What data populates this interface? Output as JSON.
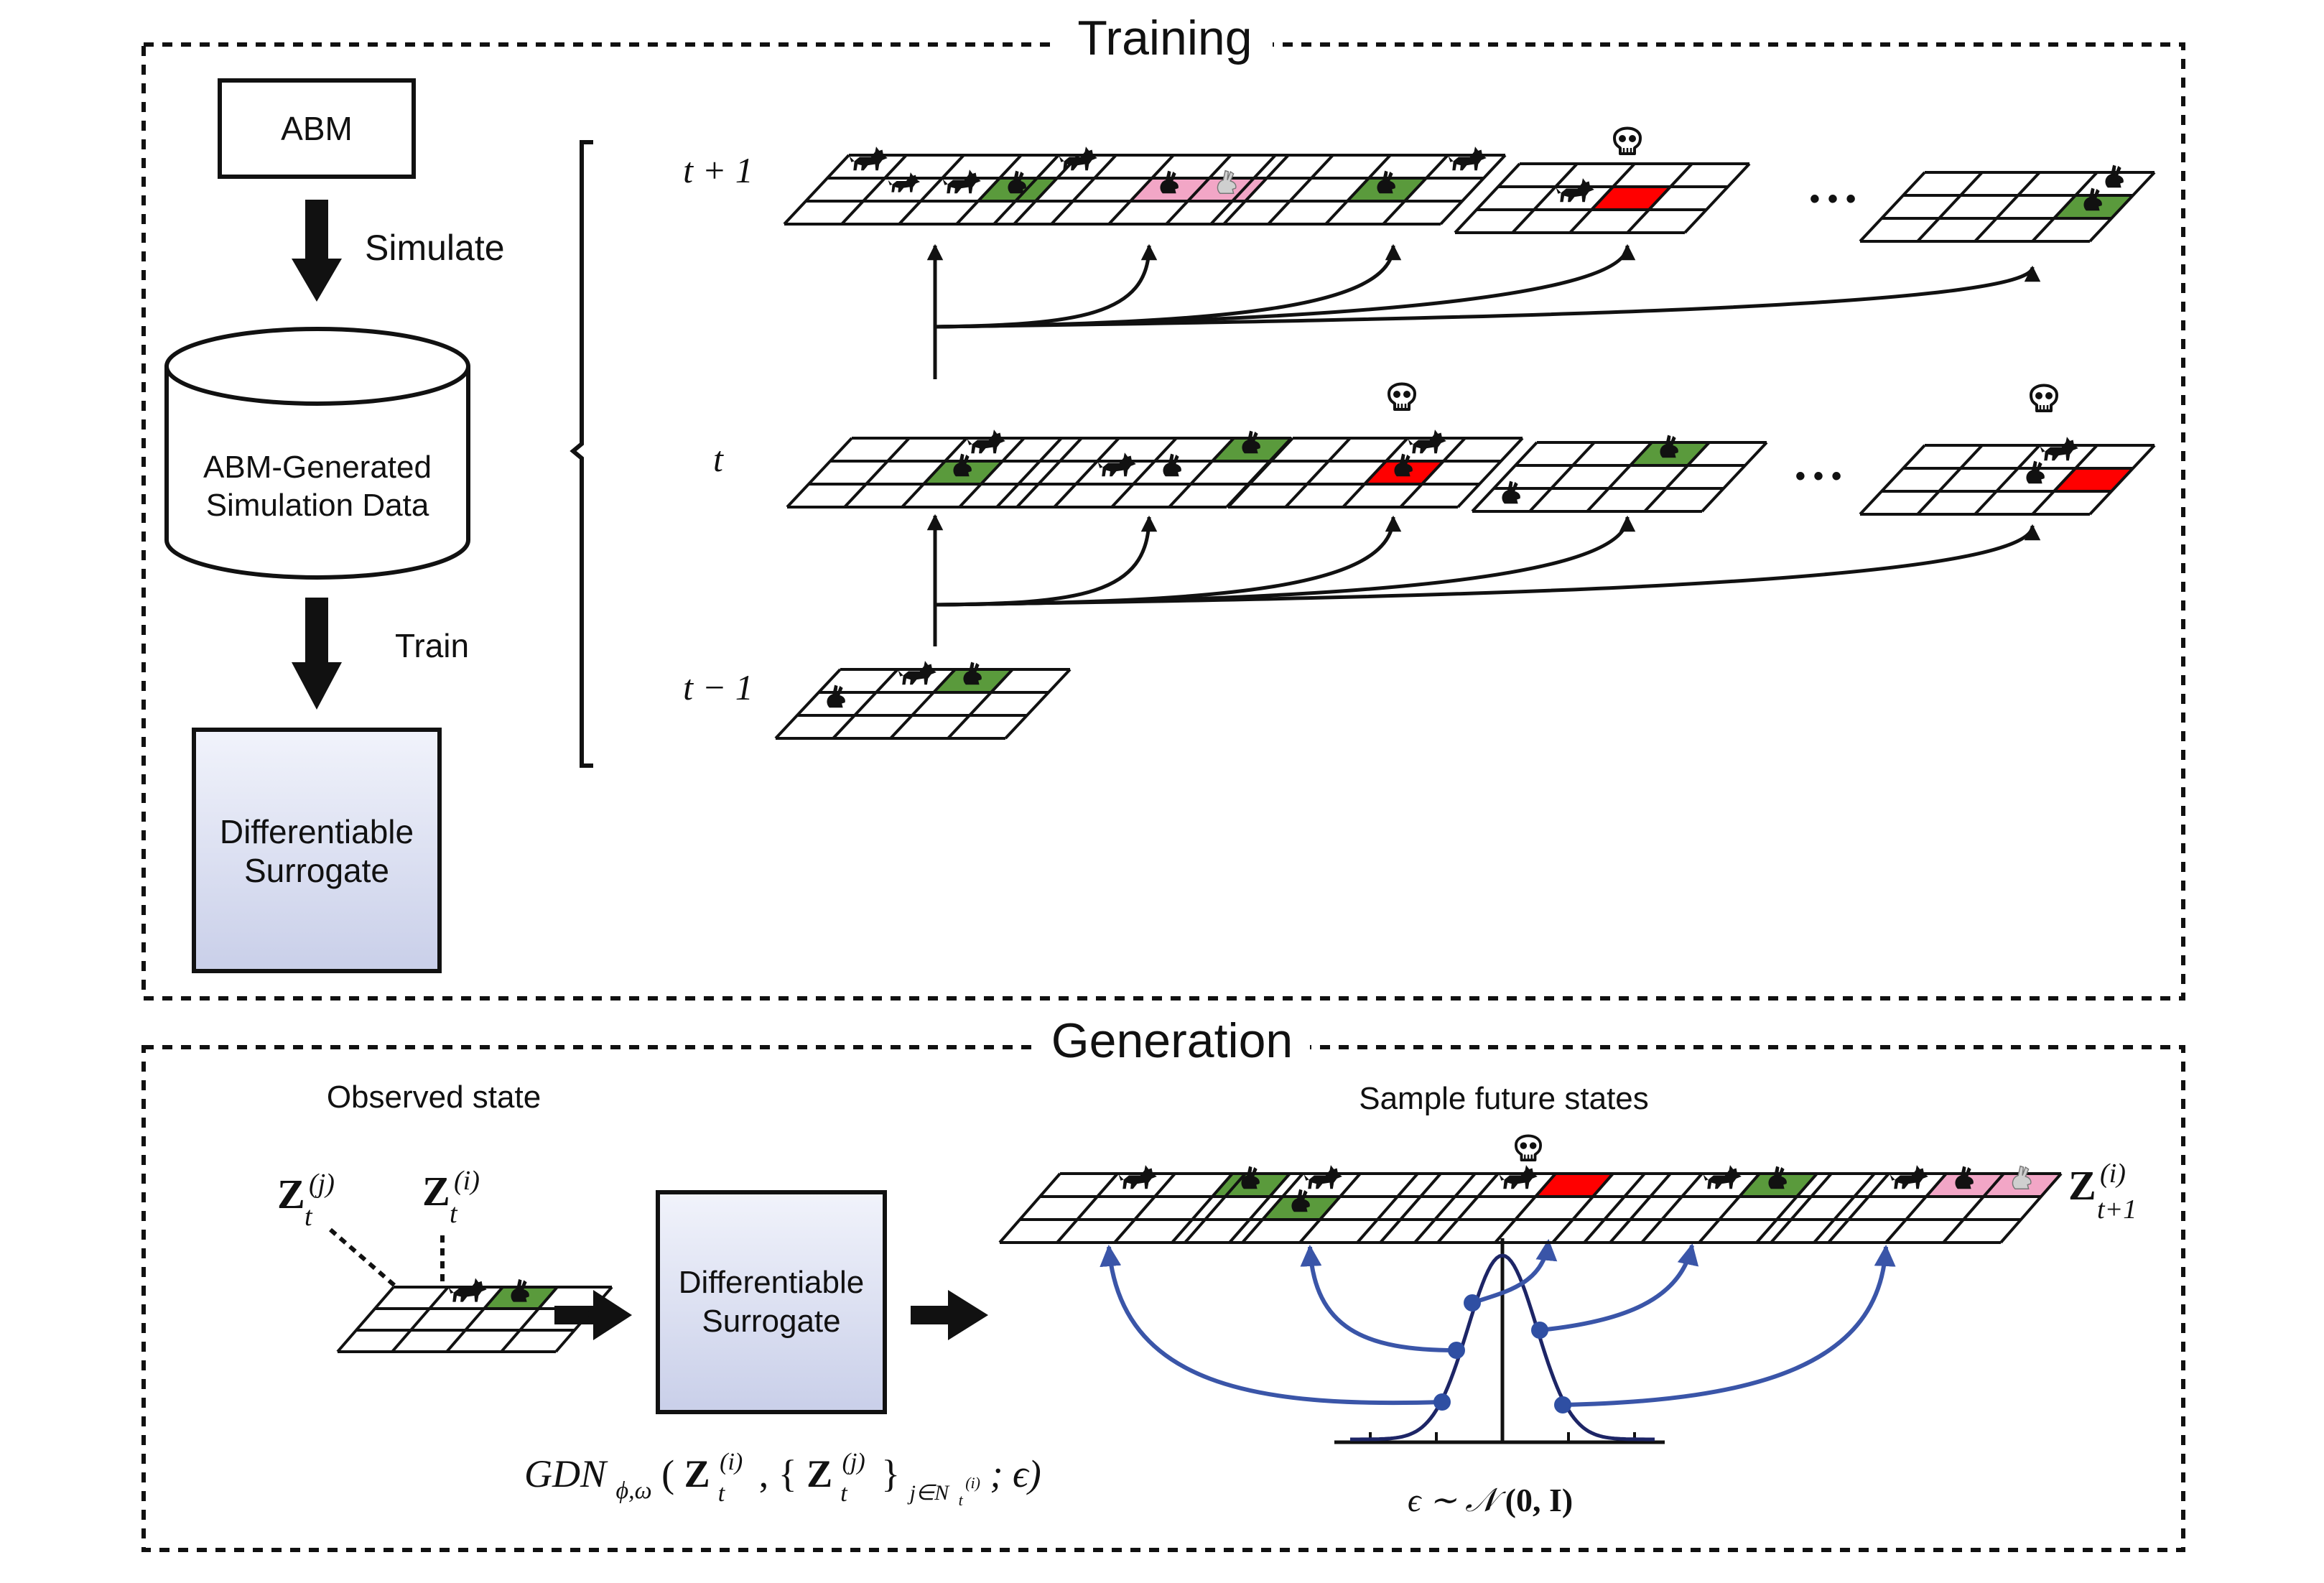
{
  "training": {
    "title": "Training",
    "abm_label": "ABM",
    "simulate_label": "Simulate",
    "db_line1": "ABM-Generated",
    "db_line2": "Simulation Data",
    "train_label": "Train",
    "surrogate_line1": "Differentiable",
    "surrogate_line2": "Surrogate",
    "row_labels": {
      "t_plus": "t + 1",
      "t": "t",
      "t_minus": "t − 1"
    },
    "ellipsis": "• • •"
  },
  "generation": {
    "title": "Generation",
    "observed_label": "Observed state",
    "sample_label": "Sample future states",
    "surrogate_line1": "Differentiable",
    "surrogate_line2": "Surrogate",
    "z_j": {
      "base": "Z",
      "sup": "(j)",
      "sub": "t"
    },
    "z_i": {
      "base": "Z",
      "sup": "(i)",
      "sub": "t"
    },
    "z_next": {
      "base": "Z",
      "sup": "(i)",
      "sub": "t+1"
    },
    "formula": {
      "gdn": "GDN",
      "gdn_sub": "ϕ,ω",
      "open": "(",
      "z": "Z",
      "sup_i": "(i)",
      "sub_t": "t",
      "comma": ", {",
      "sup_j": "(j)",
      "close_brace": "}",
      "set_sub": "j∈N",
      "set_sub_sub": "t",
      "set_sub_sup": "(i)",
      "tail": "; ϵ)"
    },
    "epsilon": {
      "lhs": "ϵ ∼ ",
      "dist": "𝒩",
      "args": "(0, I)"
    }
  },
  "colors": {
    "green": "#5a9a3c",
    "pink": "#f2a6c6",
    "red": "#ff0000",
    "surrogate_top": "#f1f3fb",
    "surrogate_bottom": "#c9cfe9",
    "blue_arrow": "#3a55a8",
    "bell": "#1d2566",
    "ink": "#111111"
  }
}
